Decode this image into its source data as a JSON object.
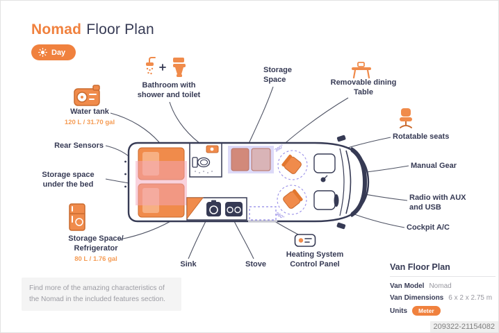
{
  "header": {
    "title_accent": "Nomad",
    "title_rest": "Floor Plan",
    "mode_toggle_label": "Day"
  },
  "callouts": {
    "bathroom": {
      "title": "Bathroom with shower and toilet"
    },
    "storage_space": {
      "title": "Storage Space"
    },
    "dining_table": {
      "title": "Removable dining Table"
    },
    "water_tank": {
      "title": "Water tank",
      "value": "120 L / 31.70 gal"
    },
    "rotatable_seats": {
      "title": "Rotatable seats"
    },
    "rear_sensors": {
      "title": "Rear Sensors"
    },
    "manual_gear": {
      "title": "Manual Gear"
    },
    "storage_under_bed": {
      "title": "Storage space under the bed"
    },
    "radio": {
      "title": "Radio with AUX and USB"
    },
    "cockpit_ac": {
      "title": "Cockpit A/C"
    },
    "fridge": {
      "title": "Storage Space/ Refrigerator",
      "value": "80 L / 1.76 gal"
    },
    "sink": {
      "title": "Sink"
    },
    "stove": {
      "title": "Stove"
    },
    "heating": {
      "title": "Heating System Control Panel"
    }
  },
  "floorplan": {
    "rotation_label": "360°"
  },
  "note": "Find more of the amazing characteristics of the Nomad in the included features section.",
  "details": {
    "title": "Van Floor Plan",
    "rows": [
      {
        "label": "Van Model",
        "value": "Nomad"
      },
      {
        "label": "Van Dimensions",
        "value": "6 x 2 x 2.75 m"
      },
      {
        "label": "Units",
        "value": "Meter"
      }
    ]
  },
  "watermark": "209322-21154082",
  "colors": {
    "accent": "#F0813E",
    "furniture_orange": "#F08B4B",
    "furniture_outline": "#C96A2E",
    "dark_navy": "#363A54",
    "value_orange": "#F59B53",
    "muted_gray": "#9C9CA3",
    "lavender": "#8F86E8",
    "pink_highlight": "#F4A6BC"
  }
}
